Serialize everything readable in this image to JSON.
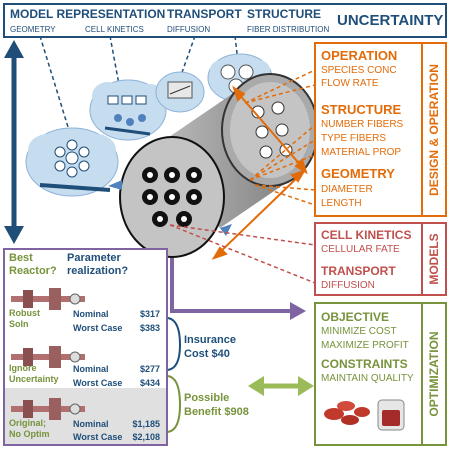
{
  "colors": {
    "navy": "#1f4e79",
    "orange": "#e36c0a",
    "red": "#c0504d",
    "green": "#77933c",
    "purple": "#8064a2",
    "cloud": "#c6dcef"
  },
  "top_banner": {
    "model_representation": "MODEL REPRESENTATION",
    "transport": "TRANSPORT",
    "structure": "STRUCTURE",
    "uncertainty": "UNCERTAINTY",
    "geometry": "GEOMETRY",
    "cell_kinetics": "CELL KINETICS",
    "diffusion": "DIFFUSION",
    "fiber_distribution": "FIBER DISTRIBUTION"
  },
  "design_operation": {
    "side_title": "DESIGN & OPERATION",
    "operation": {
      "title": "OPERATION",
      "items": [
        "SPECIES CONC",
        "FLOW RATE"
      ]
    },
    "structure": {
      "title": "STRUCTURE",
      "items": [
        "NUMBER FIBERS",
        "TYPE FIBERS",
        "MATERIAL PROP"
      ]
    },
    "geometry": {
      "title": "GEOMETRY",
      "items": [
        "DIAMETER",
        "LENGTH"
      ]
    }
  },
  "models": {
    "side_title": "MODELS",
    "cell_kinetics": {
      "title": "CELL KINETICS",
      "items": [
        "CELLULAR FATE"
      ]
    },
    "transport": {
      "title": "TRANSPORT",
      "items": [
        "DIFFUSION"
      ]
    }
  },
  "optimization": {
    "side_title": "OPTIMIZATION",
    "objective": {
      "title": "OBJECTIVE",
      "items": [
        "MINIMIZE COST",
        "MAXIMIZE PROFIT"
      ]
    },
    "constraints": {
      "title": "CONSTRAINTS",
      "items": [
        "MAINTAIN QUALITY"
      ]
    }
  },
  "comparison": {
    "best_reactor": "Best\nReactor?",
    "parameter_realization": "Parameter\nrealization?",
    "rows": [
      {
        "label": "Robust\nSoln",
        "nominal_label": "Nominal",
        "nominal": "$317",
        "worst_label": "Worst Case",
        "worst": "$383"
      },
      {
        "label": "Ignore\nUncertainty",
        "nominal_label": "Nominal",
        "nominal": "$277",
        "worst_label": "Worst Case",
        "worst": "$434"
      },
      {
        "label": "Original;\nNo Optim",
        "nominal_label": "Nominal",
        "nominal": "$1,185",
        "worst_label": "Worst Case",
        "worst": "$2,108"
      }
    ]
  },
  "insurance": "Insurance\nCost $40",
  "benefit": "Possible\nBenefit $908"
}
